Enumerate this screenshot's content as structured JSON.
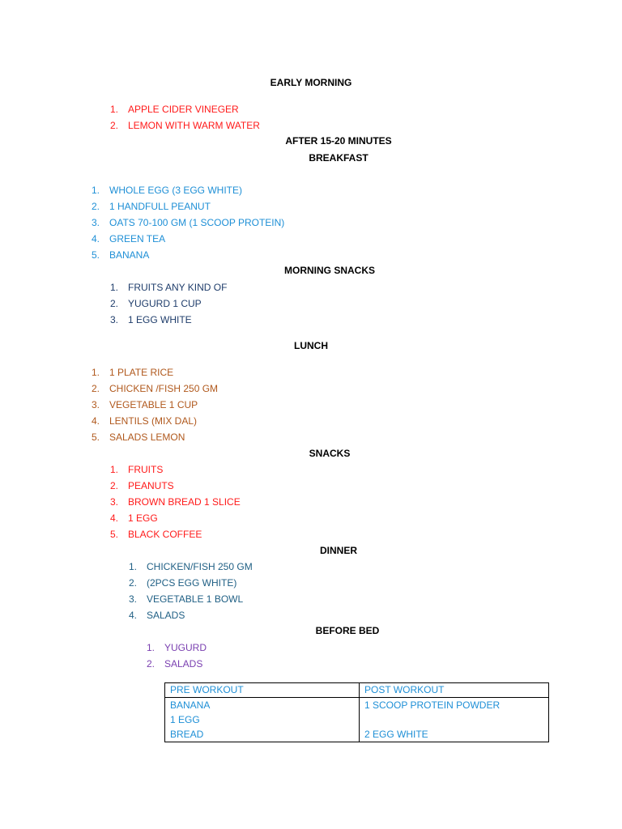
{
  "sections": {
    "early_morning": {
      "title": "EARLY MORNING",
      "items": [
        "APPLE CIDER VINEGER",
        "LEMON WITH WARM WATER"
      ]
    },
    "after_minutes": {
      "title": "AFTER 15-20 MINUTES"
    },
    "breakfast": {
      "title": "BREAKFAST",
      "items": [
        "WHOLE EGG  (3 EGG WHITE)",
        "1 HANDFULL PEANUT",
        "OATS 70-100 GM (1 SCOOP PROTEIN)",
        "GREEN TEA",
        "BANANA"
      ]
    },
    "morning_snacks": {
      "title": "MORNING SNACKS",
      "items": [
        "FRUITS ANY KIND OF",
        "YUGURD 1 CUP",
        "1 EGG WHITE"
      ]
    },
    "lunch": {
      "title": "LUNCH",
      "items": [
        "1 PLATE RICE",
        "CHICKEN /FISH 250 GM",
        "VEGETABLE 1 CUP",
        "LENTILS (MIX DAL)",
        "SALADS LEMON"
      ]
    },
    "snacks": {
      "title": "SNACKS",
      "items": [
        "FRUITS",
        "PEANUTS",
        "BROWN BREAD 1 SLICE",
        "1 EGG",
        "BLACK COFFEE"
      ]
    },
    "dinner": {
      "title": "DINNER",
      "items": [
        "CHICKEN/FISH 250 GM",
        "(2PCS EGG WHITE)",
        "VEGETABLE 1 BOWL",
        "SALADS"
      ]
    },
    "before_bed": {
      "title": "BEFORE BED",
      "items": [
        "YUGURD",
        "SALADS"
      ]
    }
  },
  "workout_table": {
    "headers": [
      "PRE WORKOUT",
      "POST WORKOUT"
    ],
    "pre": [
      "BANANA",
      "1 EGG",
      "BREAD"
    ],
    "post": [
      "1 SCOOP PROTEIN POWDER",
      "",
      "2 EGG WHITE"
    ]
  },
  "colors": {
    "red": "#ff1a1a",
    "blue": "#1e8fd6",
    "navy": "#1f3d6b",
    "brown": "#b0581c",
    "teal": "#1f5f84",
    "purple": "#7a3fb0"
  }
}
